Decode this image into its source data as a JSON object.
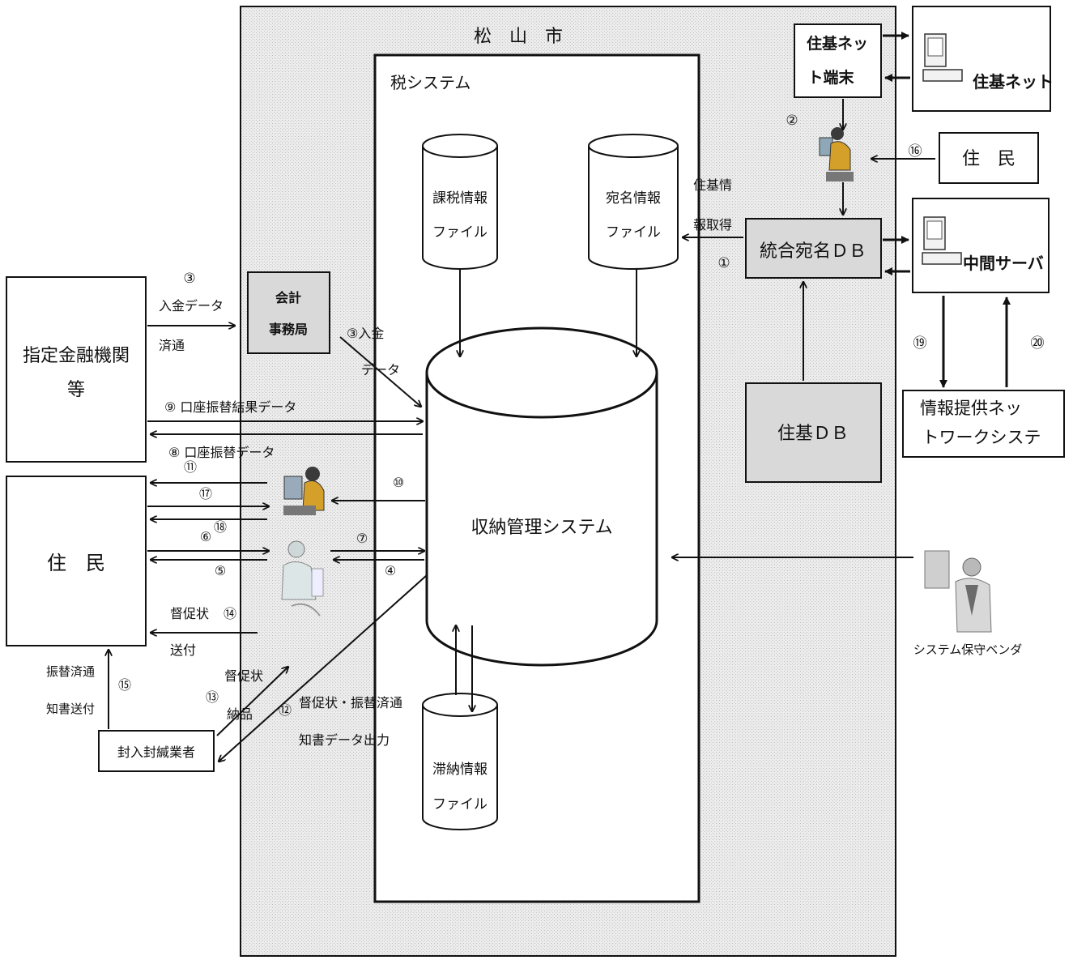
{
  "city": "松　山　市",
  "tax_system": "税システム",
  "files": {
    "kazei_1": "課税情報",
    "kazei_2": "ファイル",
    "atena_1": "宛名情報",
    "atena_2": "ファイル",
    "tainou_1": "滞納情報",
    "tainou_2": "ファイル"
  },
  "central_system": "収納管理システム",
  "kaikei_1": "会計",
  "kaikei_2": "事務局",
  "bank_1": "指定金融機関",
  "bank_2": "等",
  "resident_left": "住　民",
  "resident_right": "住　民",
  "juki_terminal_1": "住基ネッ",
  "juki_terminal_2": "ト端末",
  "juki_net": "住基ネット",
  "togo_atena_db": "統合宛名ＤＢ",
  "juki_db": "住基ＤＢ",
  "middle_server": "中間サーバ",
  "info_network_1": "情報提供ネッ",
  "info_network_2": "トワークシステ",
  "vendor": "システム保守ベンダ",
  "enclosure_vendor": "封入封緘業者",
  "labels": {
    "n1": "①",
    "n2": "②",
    "n3_top": "③",
    "nyukin_data": "入金データ",
    "saitsu": "済通",
    "n3_nyukin": "③入金",
    "data_cont": "データ",
    "juki_jou_1": "住基情",
    "juki_jou_2": "報取得",
    "n9": "⑨ 口座振替結果データ",
    "n8": "⑧ 口座振替データ",
    "n10": "⑩",
    "n11": "⑪",
    "n17": "⑰",
    "n18": "⑱",
    "n6": "⑥",
    "n5": "⑤",
    "n7": "⑦",
    "n4": "④",
    "n14": "⑭",
    "tokusoku": "督促状",
    "soufu": "送付",
    "furikae_1": "振替済通",
    "furikae_2": "知書送付",
    "n15": "⑮",
    "tokusoku_2": "督促状",
    "nouhin": "納品",
    "n13": "⑬",
    "n12": "⑫",
    "output_1": "督促状・振替済通",
    "output_2": "知書データ出力",
    "n16": "⑯",
    "n19": "⑲",
    "n20": "⑳"
  }
}
